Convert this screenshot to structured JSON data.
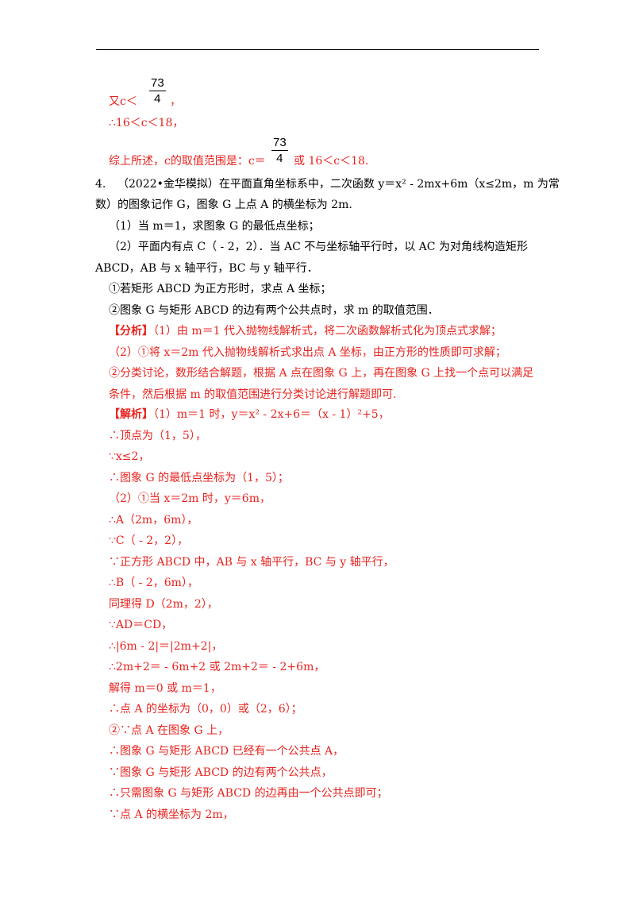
{
  "top": {
    "line1_prefix": "又c＜",
    "line1_frac_num": "73",
    "line1_frac_den": "4",
    "line1_suffix": "，",
    "line2": "∴16＜c＜18，",
    "line3_prefix": "综上所述，c的取值范围是：c＝",
    "line3_frac_num": "73",
    "line3_frac_den": "4",
    "line3_suffix": "或 16＜c＜18."
  },
  "problem": {
    "number": "4.",
    "line1": "（2022•金华模拟）在平面直角坐标系中，二次函数 y＝x² - 2mx+6m（x≤2m，m 为常",
    "line2": "数）的图象记作 G，图象 G 上点 A 的横坐标为 2m.",
    "q1": "（1）当 m＝1，求图象 G 的最低点坐标；",
    "q2a": "（2）平面内有点 C（ - 2，2）．当 AC 不与坐标轴平行时，以 AC 为对角线构造矩形",
    "q2b": "ABCD，AB 与 x 轴平行，BC 与 y 轴平行．",
    "q2c": "①若矩形 ABCD 为正方形时，求点 A 坐标；",
    "q2d": "②图象 G 与矩形 ABCD 的边有两个公共点时，求 m 的取值范围．"
  },
  "analysis": {
    "tag": "【分析】",
    "line1": "（1）由 m＝1 代入抛物线解析式，将二次函数解析式化为顶点式求解；",
    "line2": "（2）①将 x＝2m 代入抛物线解析式求出点 A 坐标，由正方形的性质即可求解；",
    "line3": "②分类讨论，数形结合解题，根据 A 点在图象 G 上，再在图象 G 上找一个点可以满足",
    "line4": "条件，然后根据 m 的取值范围进行分类讨论进行解题即可."
  },
  "solution": {
    "tag": "【解析】",
    "lines": [
      "（1）m＝1 时，y＝x² - 2x+6＝（x - 1）²+5，",
      "∴顶点为（1，5），",
      "∵x≤2，",
      "∴图象 G 的最低点坐标为（1，5）；",
      "（2）①当 x＝2m 时，y＝6m，",
      "∴A（2m，6m），",
      "∵C（ - 2，2），",
      "∵正方形 ABCD 中，AB 与 x 轴平行，BC 与 y 轴平行，",
      "∴B（ - 2，6m），",
      "同理得 D（2m，2），",
      "∵AD＝CD，",
      "∴|6m - 2|＝|2m+2|，",
      "∴2m+2＝ - 6m+2 或 2m+2＝ - 2+6m，",
      "解得 m＝0 或 m＝1，",
      "∴点 A 的坐标为（0，0）或（2，6）；",
      "②∵点 A 在图象 G 上，",
      "∴图象 G 与矩形 ABCD 已经有一个公共点 A，",
      "∵图象 G 与矩形 ABCD 的边有两个公共点，",
      "∴只需图象 G 与矩形 ABCD 的边再由一个公共点即可；",
      "∵点 A 的横坐标为 2m，"
    ]
  },
  "colors": {
    "answer_red": "#e8231f",
    "text": "#000000"
  }
}
